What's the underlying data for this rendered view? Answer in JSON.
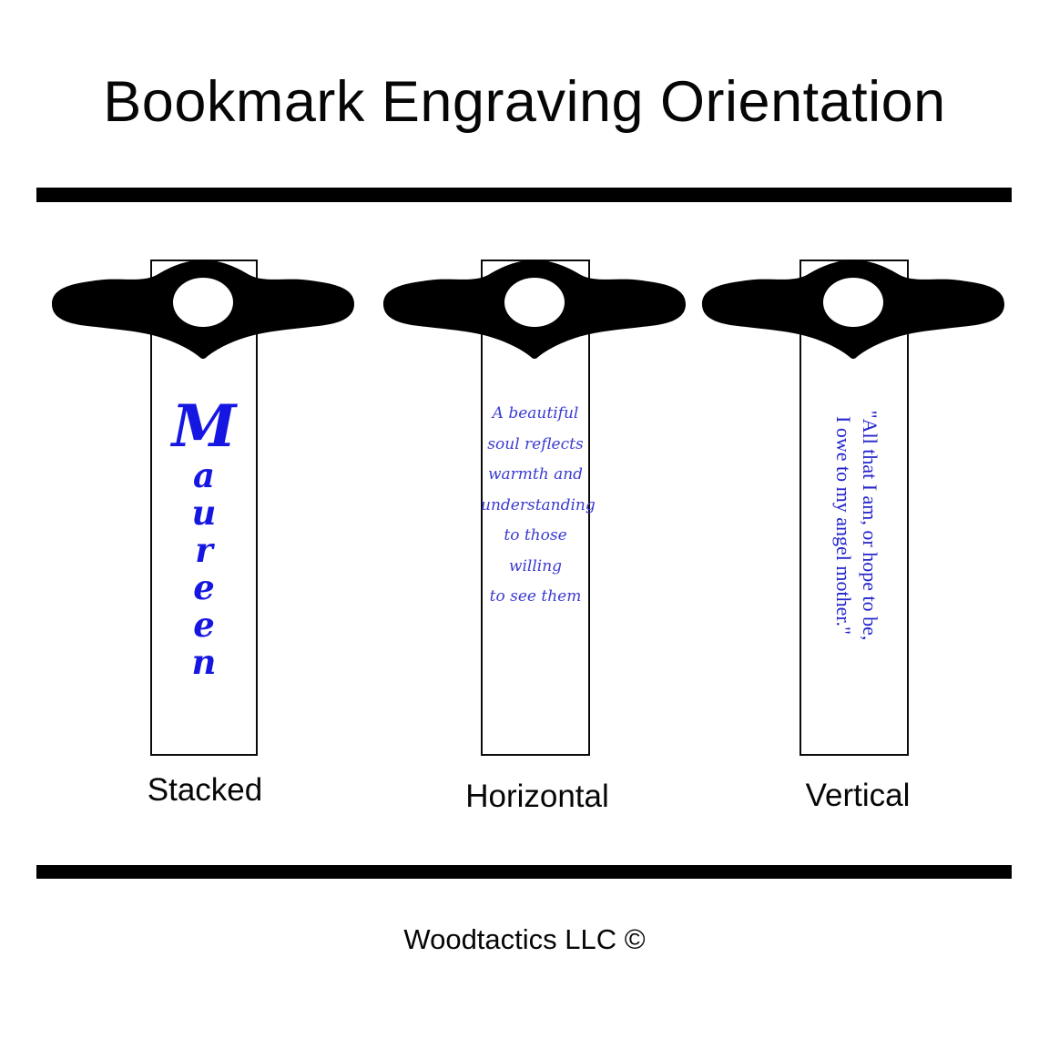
{
  "title": "Bookmark Engraving Orientation",
  "footer": "Woodtactics LLC ©",
  "colors": {
    "ink": "#000000",
    "engraving_blue_stacked": "#1616e2",
    "engraving_blue_script": "#3c3cd2",
    "engraving_blue_serif": "#2424cc"
  },
  "bookmarks": [
    {
      "label": "Stacked",
      "orientation": "stacked",
      "engraving": {
        "word": "Maureen",
        "letters": [
          "M",
          "a",
          "u",
          "r",
          "e",
          "e",
          "n"
        ]
      }
    },
    {
      "label": "Horizontal",
      "orientation": "horizontal",
      "engraving": {
        "lines": [
          "A beautiful",
          "soul reflects",
          "warmth and",
          "understanding",
          "to those willing",
          "to see them"
        ]
      }
    },
    {
      "label": "Vertical",
      "orientation": "vertical",
      "engraving": {
        "lines": [
          "\"All that I am, or hope to be,",
          "I owe to my angel mother.\""
        ]
      }
    }
  ]
}
